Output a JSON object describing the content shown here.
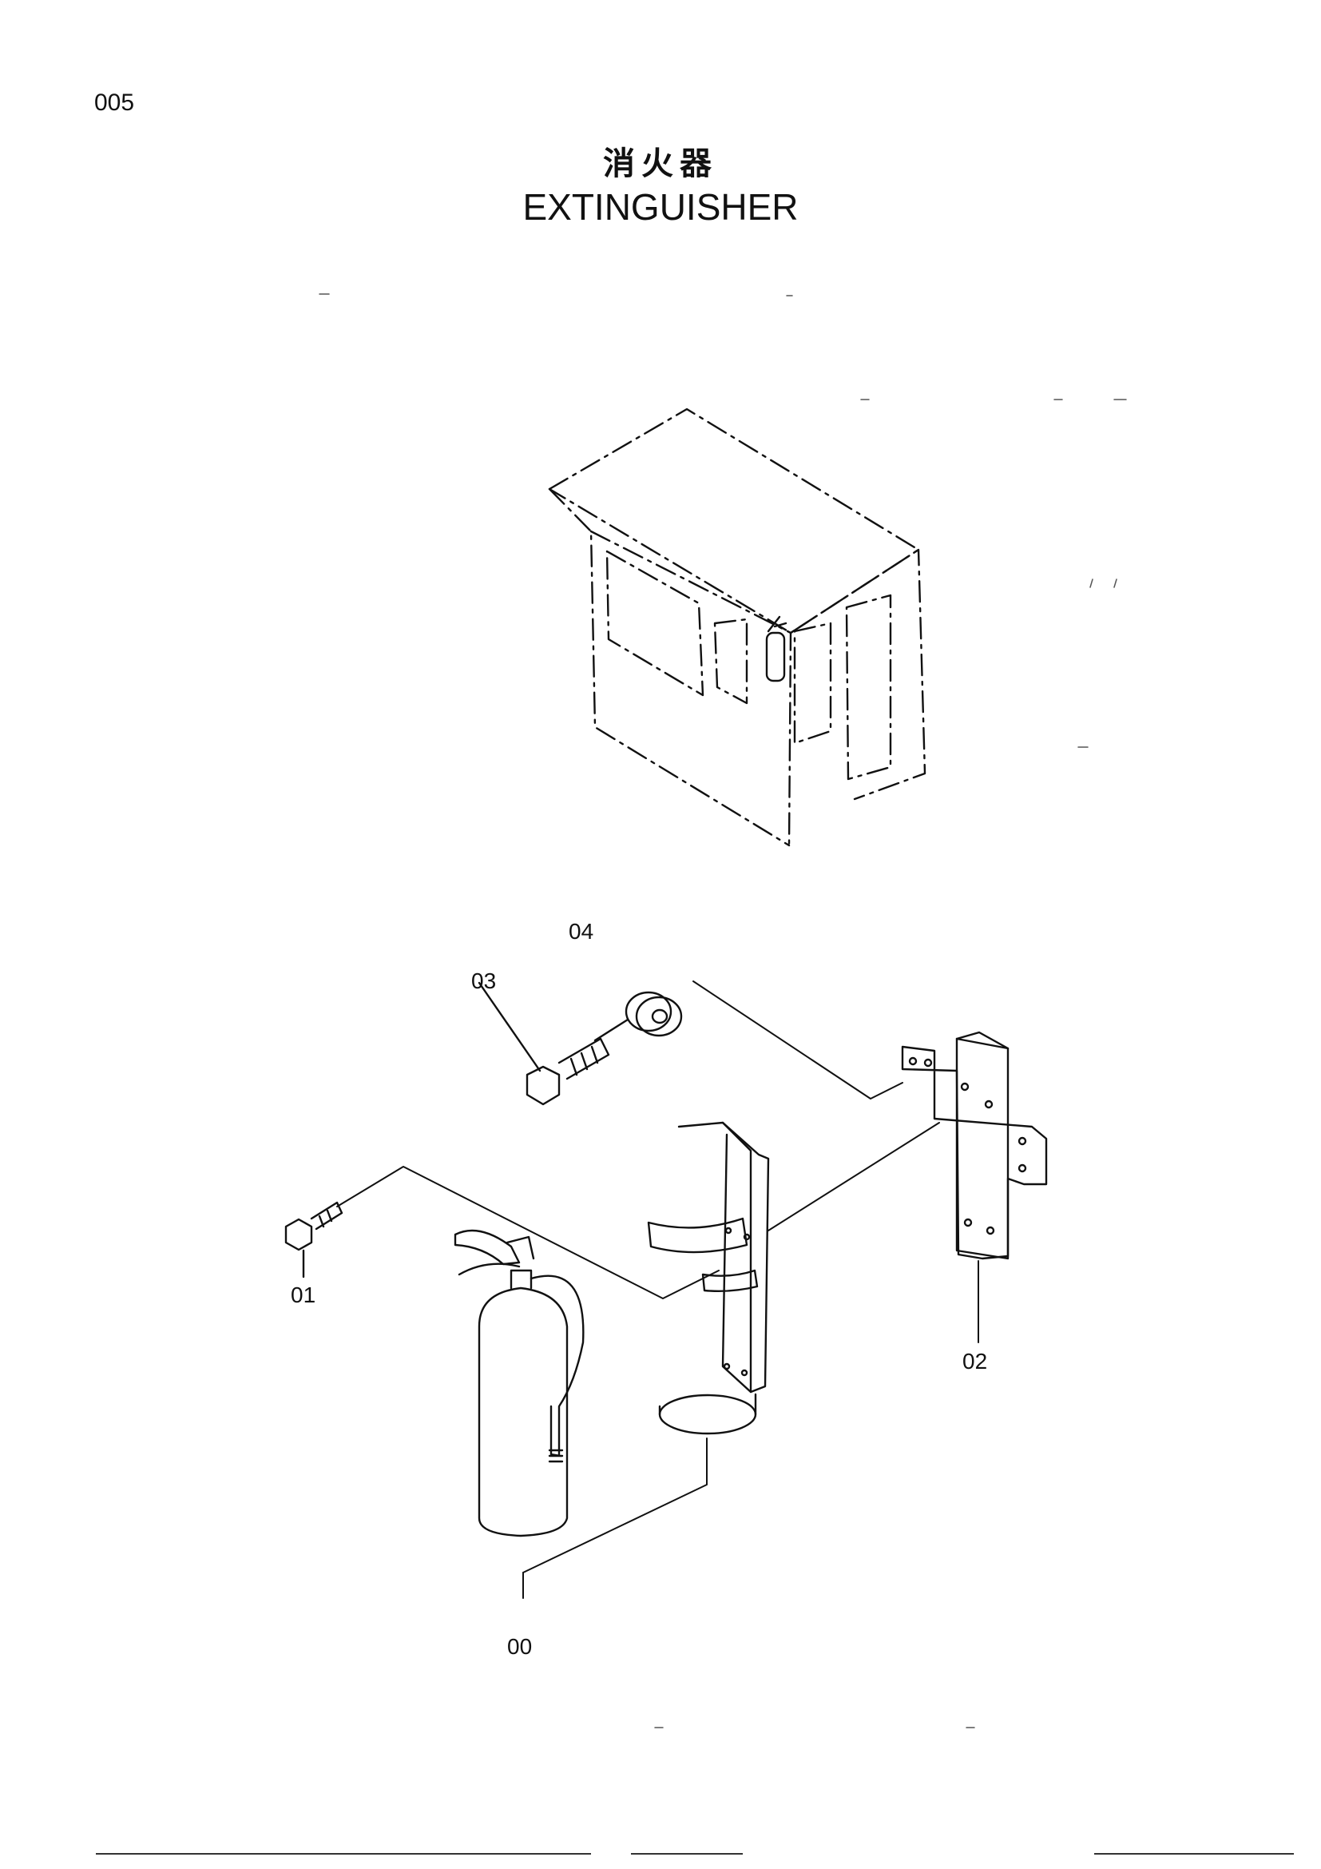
{
  "page": {
    "number": "005",
    "title_cn": "消火器",
    "title_en": "EXTINGUISHER"
  },
  "parts": [
    {
      "id": "00",
      "label": "00",
      "icon": "fire-extinguisher-icon"
    },
    {
      "id": "01",
      "label": "01",
      "icon": "bolt-icon"
    },
    {
      "id": "02",
      "label": "02",
      "icon": "mounting-plate-icon"
    },
    {
      "id": "03",
      "label": "03",
      "icon": "bolt-icon"
    },
    {
      "id": "04",
      "label": "04",
      "icon": "washer-icon"
    }
  ],
  "colors": {
    "line": "#111111",
    "background": "#ffffff"
  }
}
